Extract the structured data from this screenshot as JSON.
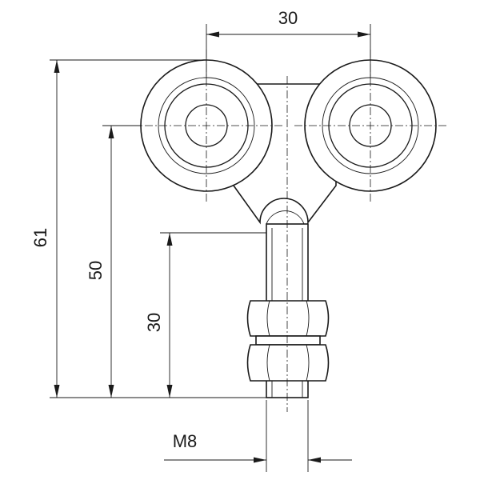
{
  "dimensions": {
    "roller_spacing": "30",
    "overall_height": "61",
    "axle_height": "50",
    "thread_length": "30",
    "thread_size": "M8"
  }
}
